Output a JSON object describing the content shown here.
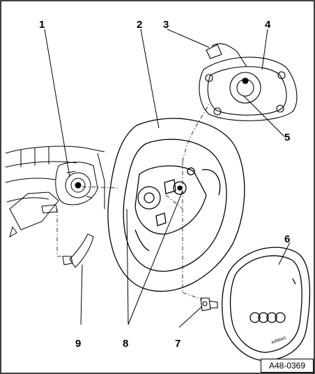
{
  "callouts": {
    "c1": "1",
    "c2": "2",
    "c3": "3",
    "c4": "4",
    "c5": "5",
    "c6": "6",
    "c7": "7",
    "c8": "8",
    "c9": "9"
  },
  "reference_code": "A48-0369",
  "logo_text": "AIRBAG",
  "colors": {
    "line": "#000000",
    "background": "#ffffff"
  }
}
